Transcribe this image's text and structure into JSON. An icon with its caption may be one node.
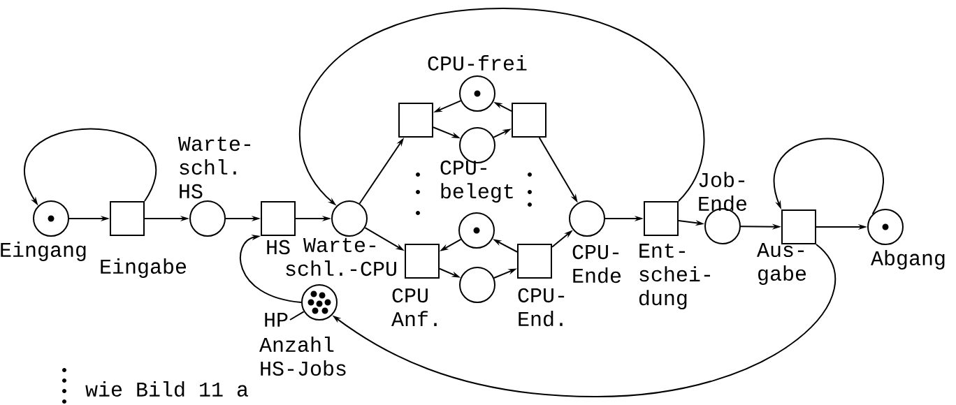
{
  "diagram": {
    "nodes": [
      {
        "text": [
          "Eingang"
        ]
      },
      {
        "text": [
          "Eingabe"
        ]
      },
      {
        "text": [
          "Warte- schl. HS"
        ]
      },
      {
        "text": [
          "HS"
        ]
      },
      {
        "text": [
          "Warte- schl.-CPU"
        ]
      },
      {
        "text": [],
        "shape": "box"
      },
      {
        "text": [
          "CPU-frei"
        ]
      },
      {
        "text": [],
        "shape": "box"
      },
      {
        "text": [
          "CPU- belegt"
        ]
      },
      {
        "text": [],
        "shape": "circle"
      },
      {
        "text": [
          "CPU Anf."
        ]
      },
      {
        "text": [],
        "shape": "circle"
      },
      {
        "text": [
          "CPU- End."
        ]
      },
      {
        "text": [
          "CPU- Ende"
        ]
      },
      {
        "text": [
          "Ent- schei- dung"
        ]
      },
      {
        "text": [
          "Job- Ende"
        ]
      },
      {
        "text": [
          "Aus- gabe"
        ]
      },
      {
        "text": [
          "Abgang"
        ]
      },
      {
        "text": [
          "Anzahl HS-Jobs"
        ]
      },
      {
        "text": [
          "HP"
        ]
      }
    ],
    "edges": [
      {
        "from": 0,
        "to": 1,
        "arrow": "to"
      },
      {
        "from": 1,
        "to": 0,
        "arrow": "to"
      },
      {
        "from": 1,
        "to": 2,
        "arrow": "to"
      },
      {
        "from": 2,
        "to": 3,
        "arrow": "to"
      },
      {
        "from": 3,
        "to": 4,
        "arrow": "to"
      },
      {
        "from": 18,
        "to": 3,
        "arrow": "to"
      },
      {
        "from": 4,
        "to": 5,
        "arrow": "to"
      },
      {
        "from": 6,
        "to": 5,
        "arrow": "to"
      },
      {
        "from": 5,
        "to": 8,
        "arrow": "to"
      },
      {
        "from": 8,
        "to": 7,
        "arrow": "to"
      },
      {
        "from": 7,
        "to": 6,
        "arrow": "to"
      },
      {
        "from": 7,
        "to": 13,
        "arrow": "to"
      },
      {
        "from": 4,
        "to": 10,
        "arrow": "to"
      },
      {
        "from": 9,
        "to": 10,
        "arrow": "to"
      },
      {
        "from": 10,
        "to": 11,
        "arrow": "to"
      },
      {
        "from": 11,
        "to": 12,
        "arrow": "to"
      },
      {
        "from": 12,
        "to": 9,
        "arrow": "to"
      },
      {
        "from": 12,
        "to": 13,
        "arrow": "to"
      },
      {
        "from": 13,
        "to": 14,
        "arrow": "to"
      },
      {
        "from": 14,
        "to": 4,
        "arrow": "to"
      },
      {
        "from": 14,
        "to": 15,
        "arrow": "to"
      },
      {
        "from": 15,
        "to": 16,
        "arrow": "to"
      },
      {
        "from": 17,
        "to": 16,
        "arrow": "to"
      },
      {
        "from": 16,
        "to": 17,
        "arrow": "to"
      },
      {
        "from": 16,
        "to": 18,
        "arrow": "to"
      },
      {
        "from": 19,
        "to": 18,
        "arrow": "none"
      }
    ],
    "labels": [
      "wie Bild 11 a"
    ]
  }
}
